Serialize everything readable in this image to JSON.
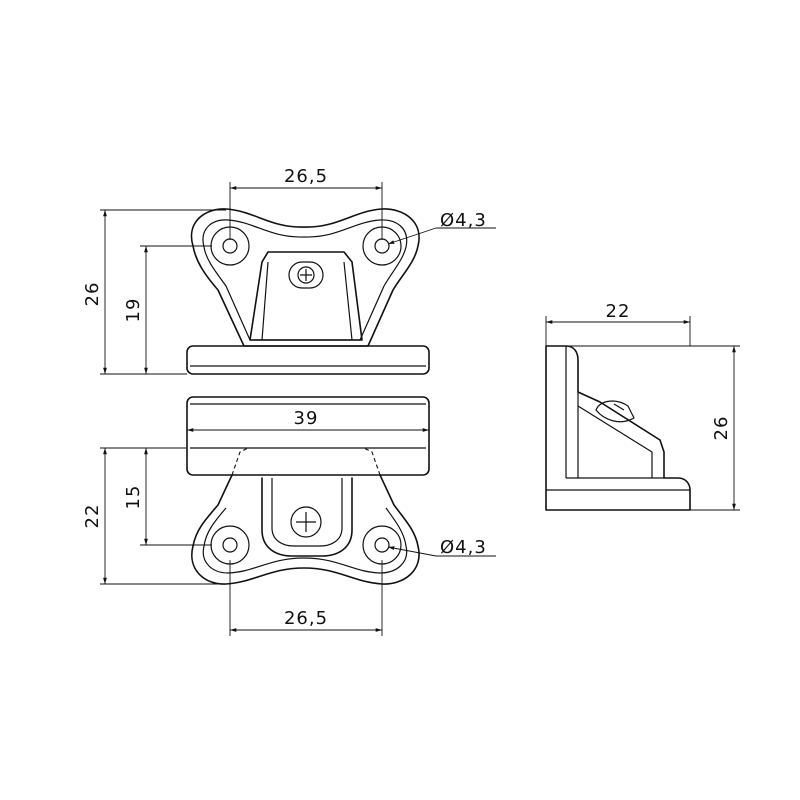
{
  "dimensions": {
    "top_width": "26,5",
    "top_height_total": "26",
    "top_height_holes": "19",
    "top_hole_diameter": "Ø4,3",
    "center_width": "39",
    "bottom_height_total": "22",
    "bottom_height_holes": "15",
    "bottom_hole_diameter": "Ø4,3",
    "bottom_width": "26,5",
    "side_width": "22",
    "side_height": "26"
  }
}
